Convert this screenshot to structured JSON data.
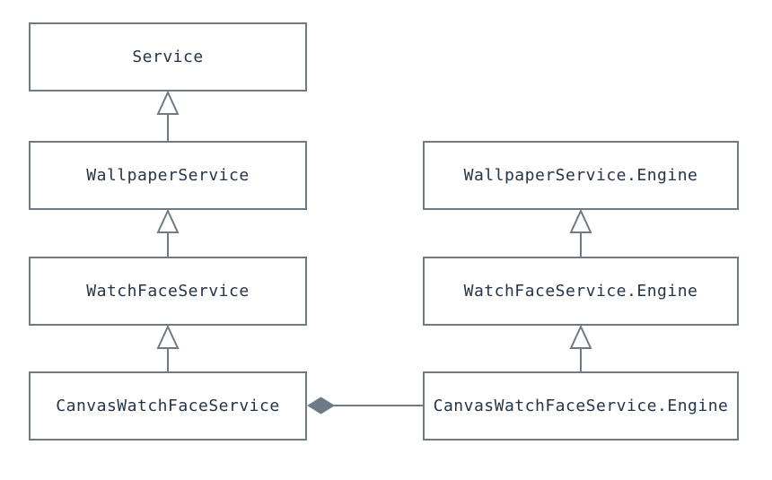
{
  "diagram": {
    "kind": "uml-class-inheritance-diagram",
    "colors": {
      "background": "#ffffff",
      "box_border": "#6e7b85",
      "box_fill": "#ffffff",
      "text": "#243548",
      "connector": "#6e7b85",
      "aggregation_diamond_fill": "#6e7b85",
      "generalization_arrow_fill": "#ffffff"
    },
    "nodes": [
      {
        "id": "service",
        "label": "Service"
      },
      {
        "id": "wallpaper-service",
        "label": "WallpaperService"
      },
      {
        "id": "watch-face-service",
        "label": "WatchFaceService"
      },
      {
        "id": "canvas-watch-face-service",
        "label": "CanvasWatchFaceService"
      },
      {
        "id": "wallpaper-service-engine",
        "label": "WallpaperService.Engine"
      },
      {
        "id": "watch-face-service-engine",
        "label": "WatchFaceService.Engine"
      },
      {
        "id": "canvas-watch-face-service-engine",
        "label": "CanvasWatchFaceService.Engine"
      }
    ],
    "edges": [
      {
        "from": "WallpaperService",
        "to": "Service",
        "type": "generalization"
      },
      {
        "from": "WatchFaceService",
        "to": "WallpaperService",
        "type": "generalization"
      },
      {
        "from": "CanvasWatchFaceService",
        "to": "WatchFaceService",
        "type": "generalization"
      },
      {
        "from": "WatchFaceService.Engine",
        "to": "WallpaperService.Engine",
        "type": "generalization"
      },
      {
        "from": "CanvasWatchFaceService.Engine",
        "to": "WatchFaceService.Engine",
        "type": "generalization"
      },
      {
        "from": "CanvasWatchFaceService",
        "to": "CanvasWatchFaceService.Engine",
        "type": "aggregation"
      }
    ]
  }
}
